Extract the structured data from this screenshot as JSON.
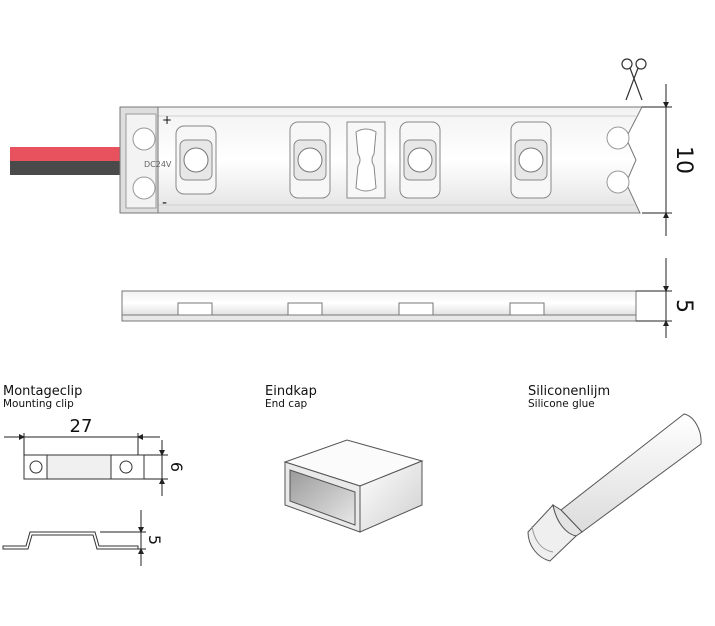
{
  "strip": {
    "plus_sign": "+",
    "minus_sign": "-",
    "voltage_label": "DC24V",
    "height_dim": "10",
    "thickness_dim": "5",
    "cable_colors": {
      "red": "#e8525f",
      "black": "#4a4a4a"
    }
  },
  "accessories": {
    "mounting_clip": {
      "title": "Montageclip",
      "subtitle": "Mounting clip",
      "length_dim": "27",
      "width_dim": "6",
      "height_dim": "5"
    },
    "end_cap": {
      "title": "Eindkap",
      "subtitle": "End cap"
    },
    "silicone_glue": {
      "title": "Siliconenlijm",
      "subtitle": "Silicone glue"
    }
  }
}
